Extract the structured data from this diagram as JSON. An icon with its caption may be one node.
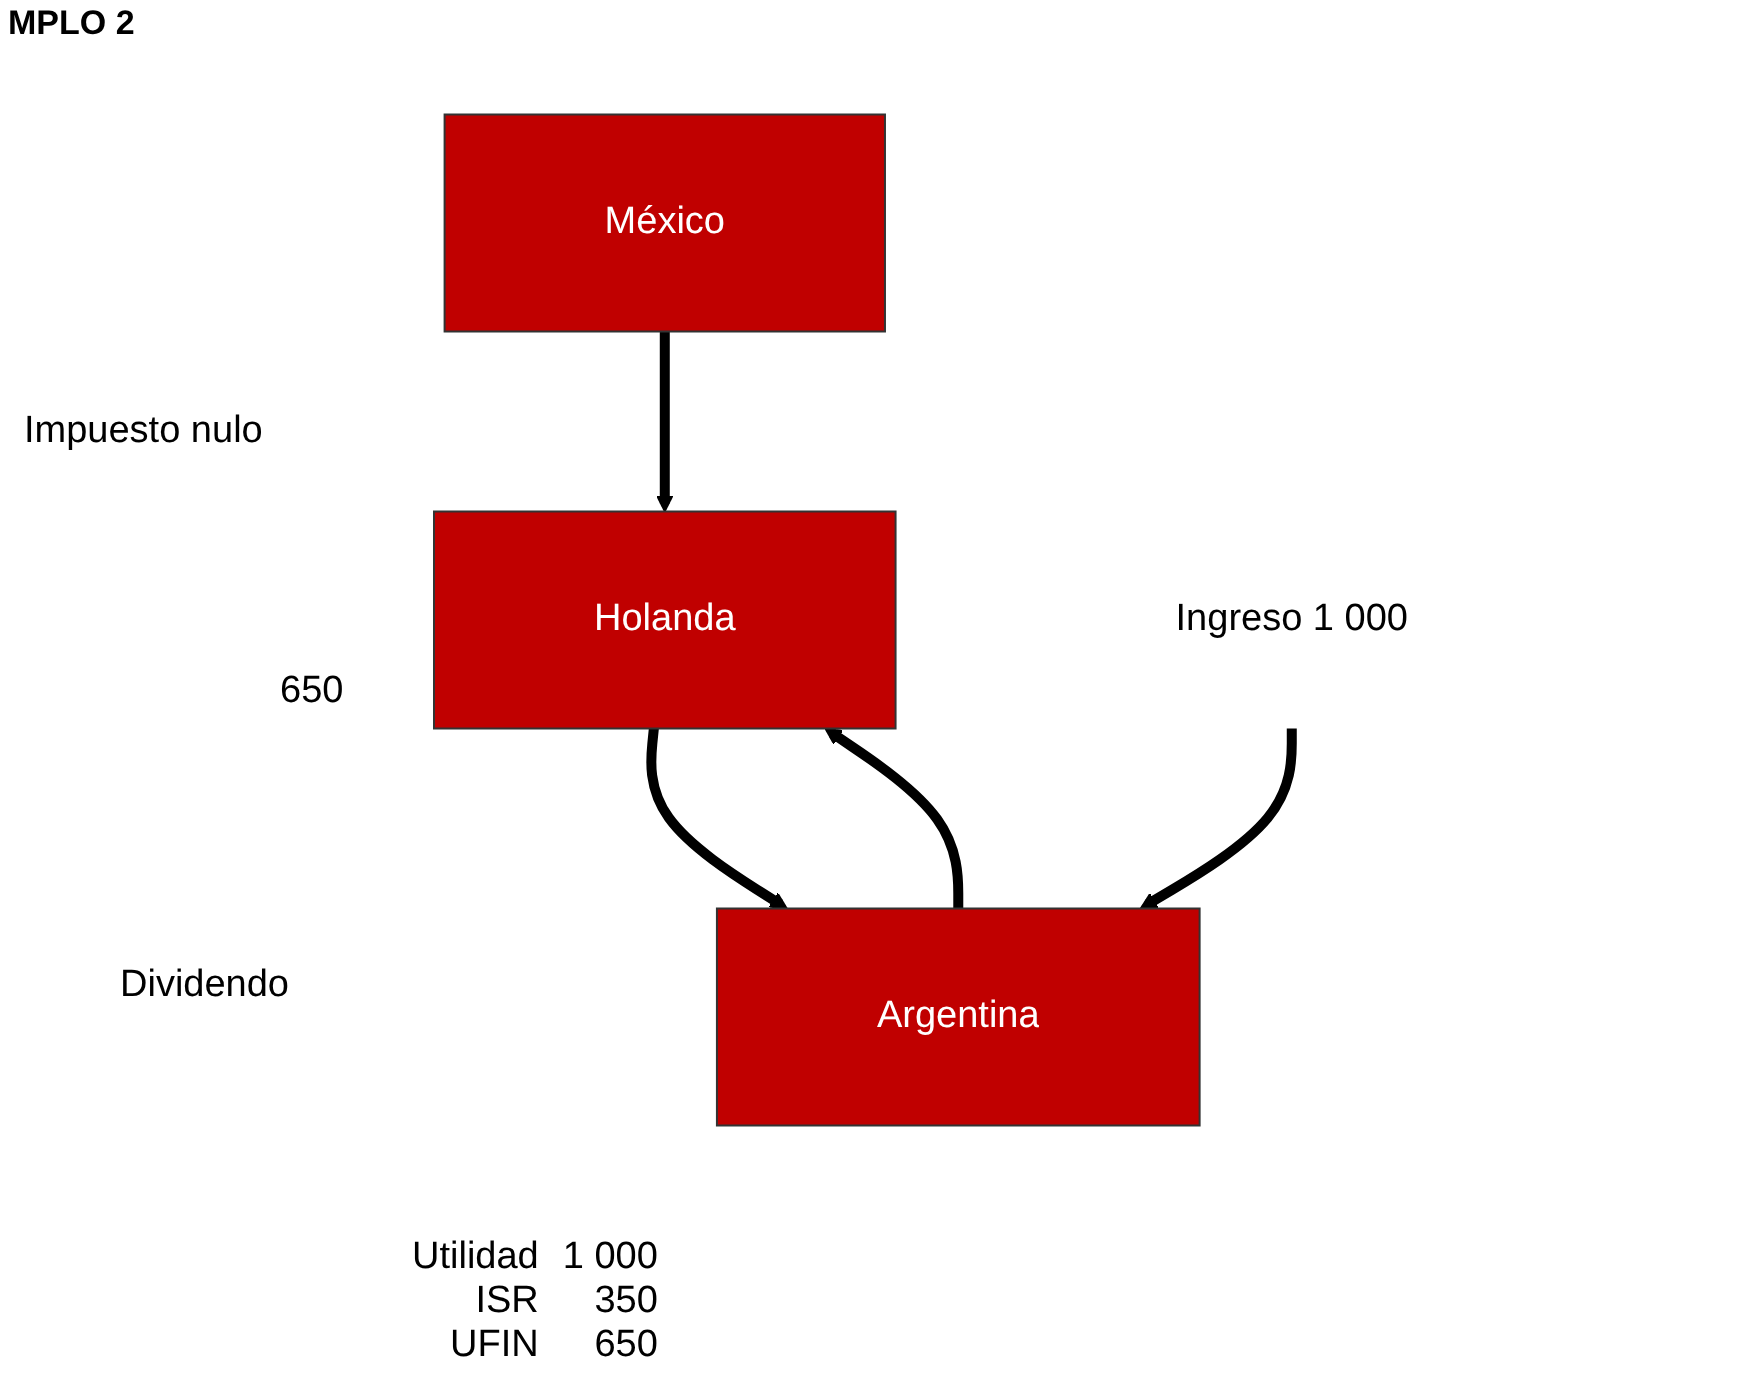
{
  "diagram": {
    "title": "MPLO 2",
    "nodes": [
      {
        "text": [
          "México"
        ]
      },
      {
        "text": [
          "Holanda"
        ]
      },
      {
        "text": [
          "Argentina"
        ]
      },
      {
        "text": [
          "Ingreso 1 000"
        ]
      }
    ],
    "edges": [
      {
        "from": 0,
        "to": 1,
        "arrow": "to"
      },
      {
        "from": 1,
        "to": 2,
        "arrow": "to"
      },
      {
        "from": 2,
        "to": 1,
        "arrow": "to"
      },
      {
        "from": 3,
        "to": 2,
        "arrow": "to"
      }
    ],
    "labels": [
      "Impuesto nulo",
      "650",
      "Dividendo",
      "Utilidad",
      "1 000",
      "ISR",
      "350",
      "UFIN",
      "650"
    ]
  }
}
